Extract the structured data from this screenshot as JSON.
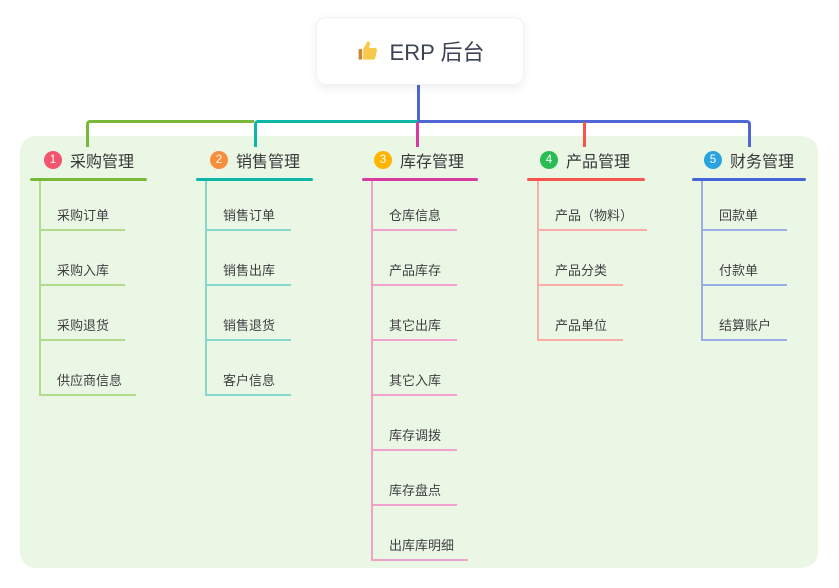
{
  "root": {
    "icon": "thumbs-up-icon",
    "title": "ERP 后台"
  },
  "panel_color": "#ebf7e5",
  "connector": {
    "stem_color": "#4f66d5"
  },
  "branches": [
    {
      "num": "1",
      "title": "采购管理",
      "badge_color": "#f4536e",
      "line_color": "#7ab83a",
      "light_color": "#b3da8e",
      "children": [
        "采购订单",
        "采购入库",
        "采购退货",
        "供应商信息"
      ]
    },
    {
      "num": "2",
      "title": "销售管理",
      "badge_color": "#f98e3d",
      "line_color": "#0eb6a7",
      "light_color": "#87d7cb",
      "children": [
        "销售订单",
        "销售出库",
        "销售退货",
        "客户信息"
      ]
    },
    {
      "num": "3",
      "title": "库存管理",
      "badge_color": "#ffb400",
      "line_color": "#d73ba1",
      "light_color": "#f0a2cd",
      "children": [
        "仓库信息",
        "产品库存",
        "其它出库",
        "其它入库",
        "库存调拨",
        "库存盘点",
        "出库库明细"
      ]
    },
    {
      "num": "4",
      "title": "产品管理",
      "badge_color": "#2abd55",
      "line_color": "#f8544e",
      "light_color": "#fcaca6",
      "children": [
        "产品（物料）",
        "产品分类",
        "产品单位"
      ]
    },
    {
      "num": "5",
      "title": "财务管理",
      "badge_color": "#2aa2df",
      "line_color": "#4565d6",
      "light_color": "#9cade6",
      "children": [
        "回款单",
        "付款单",
        "结算账户"
      ]
    }
  ]
}
